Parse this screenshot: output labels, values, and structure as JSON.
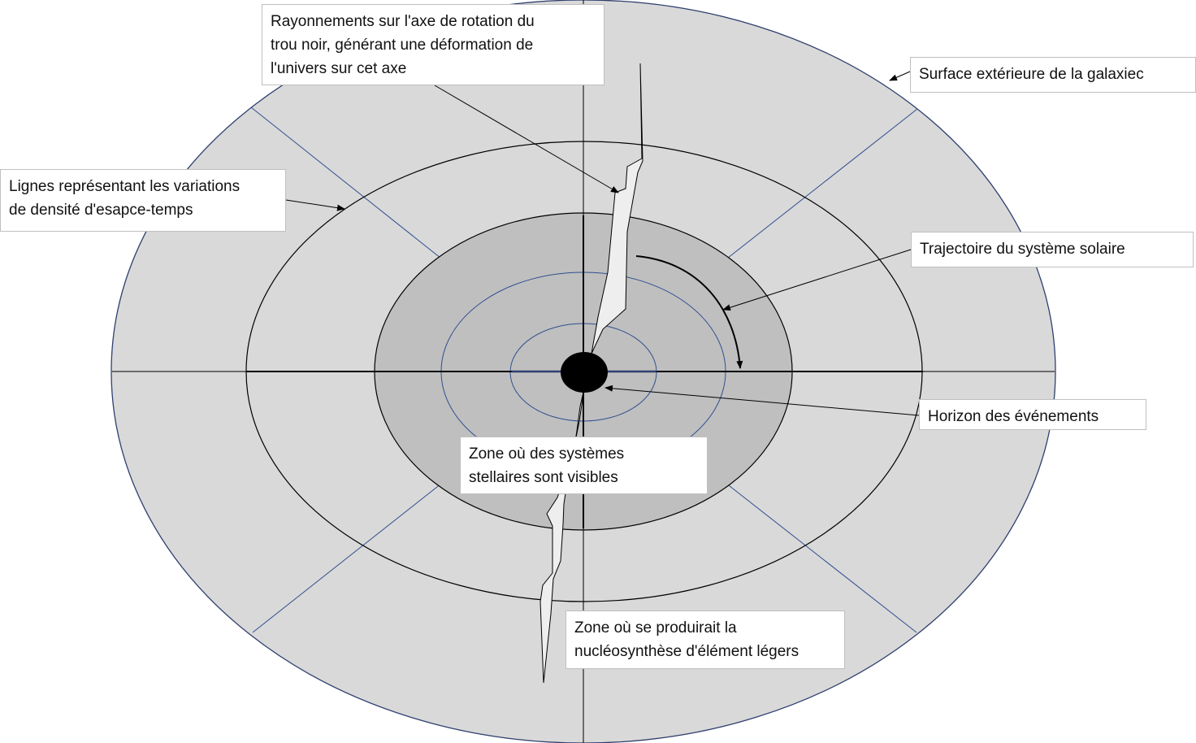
{
  "labels": {
    "radiation": "Rayonnements sur l'axe de rotation du\ntrou noir, générant une déformation de\nl'univers sur cet axe",
    "surface": "Surface extérieure de la galaxiec",
    "lines": "Lignes représentant les variations\nde densité d'esapce-temps",
    "trajectory": "Trajectoire du système solaire",
    "horizon": "Horizon des événements",
    "stellar_zone": "Zone où des systèmes\nstellaires sont visibles",
    "nucleosynthesis_zone": "Zone où se produirait la\nnucléosynthèse d'élément légers"
  },
  "colors": {
    "outer_disc": "#d9d9d9",
    "inner_zone": "#bfbfbf",
    "blue_lines": "#2f4f8f",
    "black_hole": "#000000",
    "jet": "#eeeeee"
  }
}
